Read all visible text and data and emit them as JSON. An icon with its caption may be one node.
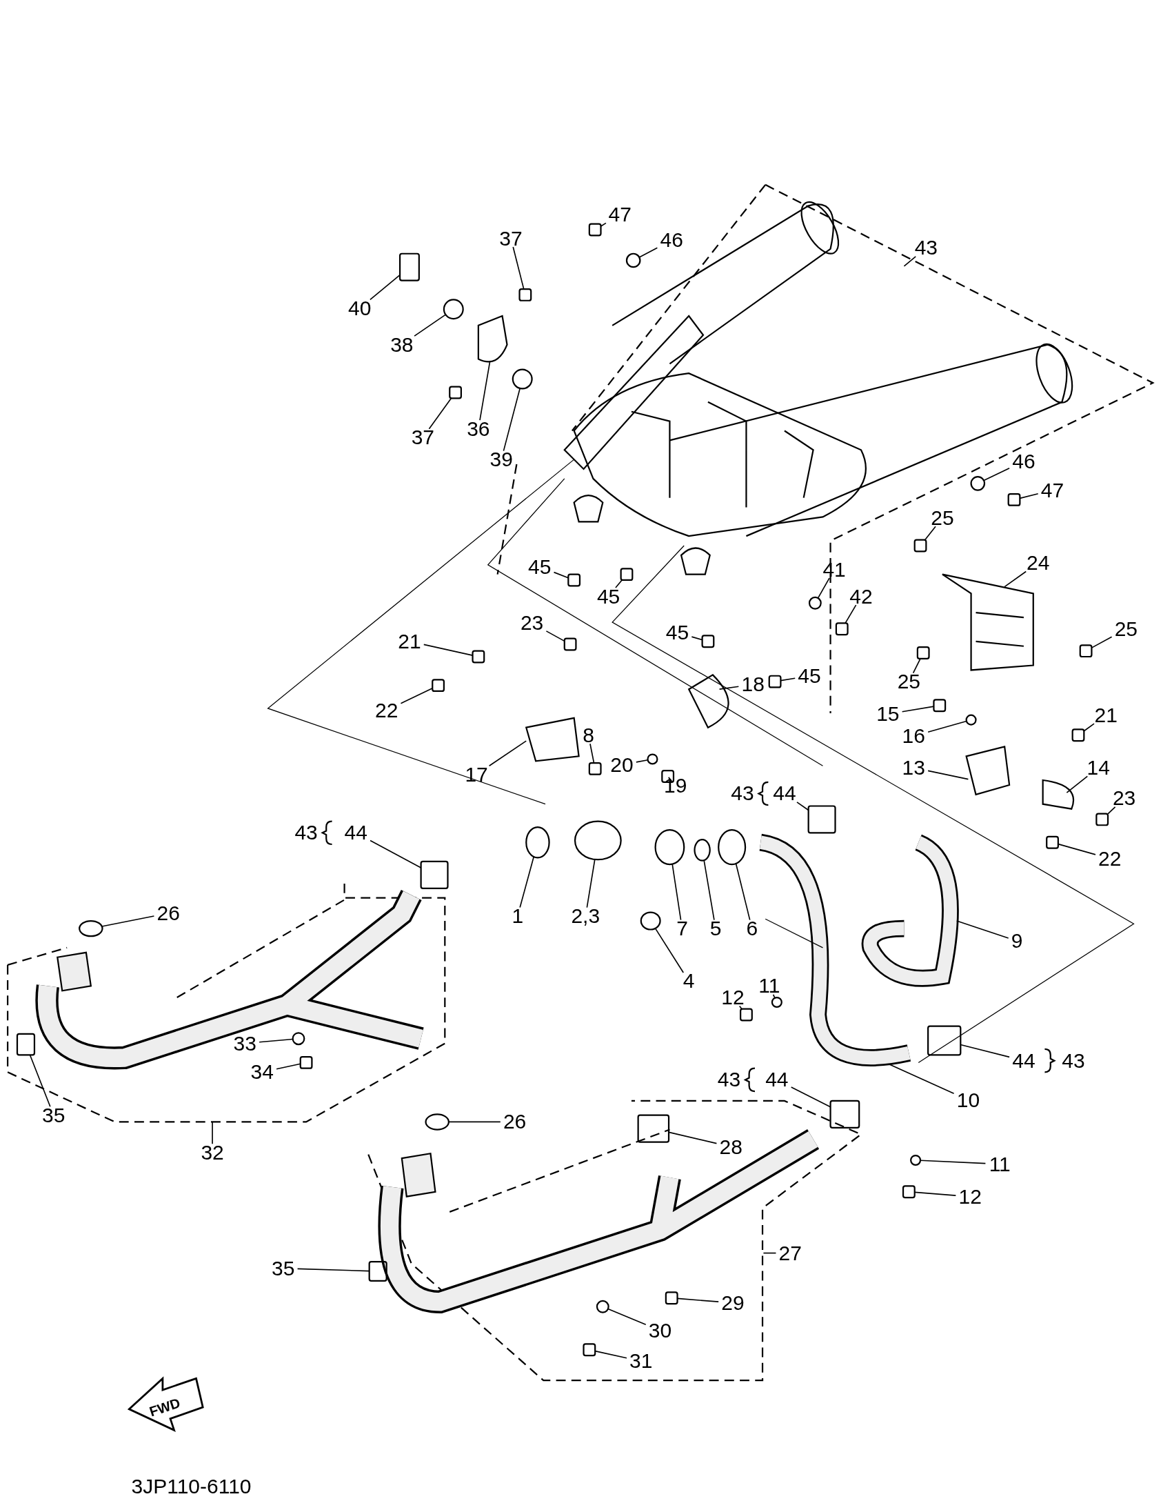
{
  "diagram": {
    "nodes": [
      {
        "text": [
          "47"
        ]
      },
      {
        "text": [
          "37"
        ]
      },
      {
        "text": [
          "46"
        ]
      },
      {
        "text": [
          "43"
        ]
      },
      {
        "text": [
          "40"
        ]
      },
      {
        "text": [
          "38"
        ]
      },
      {
        "text": [
          "37"
        ]
      },
      {
        "text": [
          "36"
        ]
      },
      {
        "text": [
          "39"
        ]
      },
      {
        "text": [
          "46"
        ]
      },
      {
        "text": [
          "47"
        ]
      },
      {
        "text": [
          "25"
        ]
      },
      {
        "text": [
          "24"
        ]
      },
      {
        "text": [
          "45"
        ]
      },
      {
        "text": [
          "45"
        ]
      },
      {
        "text": [
          "41"
        ]
      },
      {
        "text": [
          "42"
        ]
      },
      {
        "text": [
          "23"
        ]
      },
      {
        "text": [
          "21"
        ]
      },
      {
        "text": [
          "45"
        ]
      },
      {
        "text": [
          "25"
        ]
      },
      {
        "text": [
          "22"
        ]
      },
      {
        "text": [
          "25"
        ]
      },
      {
        "text": [
          "45"
        ]
      },
      {
        "text": [
          "18"
        ]
      },
      {
        "text": [
          "15"
        ]
      },
      {
        "text": [
          "16"
        ]
      },
      {
        "text": [
          "21"
        ]
      },
      {
        "text": [
          "8"
        ]
      },
      {
        "text": [
          "20"
        ]
      },
      {
        "text": [
          "17"
        ]
      },
      {
        "text": [
          "13"
        ]
      },
      {
        "text": [
          "14"
        ]
      },
      {
        "text": [
          "19"
        ]
      },
      {
        "text": [
          "44"
        ]
      },
      {
        "text": [
          "23"
        ]
      },
      {
        "text": [
          "44"
        ]
      },
      {
        "text": [
          "22"
        ]
      },
      {
        "text": [
          "26"
        ]
      },
      {
        "text": [
          "1"
        ]
      },
      {
        "text": [
          "2,3"
        ]
      },
      {
        "text": [
          "7"
        ]
      },
      {
        "text": [
          "5"
        ]
      },
      {
        "text": [
          "6"
        ]
      },
      {
        "text": [
          "9"
        ]
      },
      {
        "text": [
          "4"
        ]
      },
      {
        "text": [
          "12"
        ]
      },
      {
        "text": [
          "11"
        ]
      },
      {
        "text": [
          "33"
        ]
      },
      {
        "text": [
          "34"
        ]
      },
      {
        "text": [
          "44"
        ]
      },
      {
        "text": [
          "35"
        ]
      },
      {
        "text": [
          "10"
        ]
      },
      {
        "text": [
          "44"
        ]
      },
      {
        "text": [
          "26"
        ]
      },
      {
        "text": [
          "28"
        ]
      },
      {
        "text": [
          "32"
        ]
      },
      {
        "text": [
          "11"
        ]
      },
      {
        "text": [
          "12"
        ]
      },
      {
        "text": [
          "27"
        ]
      },
      {
        "text": [
          "35"
        ]
      },
      {
        "text": [
          "29"
        ]
      },
      {
        "text": [
          "30"
        ]
      },
      {
        "text": [
          "31"
        ]
      },
      {
        "text": [],
        "shape": "box"
      },
      {
        "text": [],
        "shape": "box"
      },
      {
        "text": [],
        "shape": "circle"
      },
      {
        "text": [],
        "shape": "box"
      },
      {
        "text": [],
        "shape": "circle"
      },
      {
        "text": [],
        "shape": "box"
      },
      {
        "text": [],
        "shape": "circle"
      },
      {
        "text": [],
        "shape": "circle"
      },
      {
        "text": [],
        "shape": "box"
      },
      {
        "text": [],
        "shape": "box"
      },
      {
        "text": [],
        "shape": "box"
      },
      {
        "text": [],
        "shape": "box"
      },
      {
        "text": [],
        "shape": "circle"
      },
      {
        "text": [],
        "shape": "box"
      },
      {
        "text": [],
        "shape": "box"
      },
      {
        "text": [],
        "shape": "box"
      },
      {
        "text": [],
        "shape": "box"
      },
      {
        "text": [],
        "shape": "box"
      },
      {
        "text": [],
        "shape": "box"
      },
      {
        "text": [],
        "shape": "box"
      },
      {
        "text": [],
        "shape": "box"
      },
      {
        "text": [],
        "shape": "box"
      },
      {
        "text": [],
        "shape": "circle"
      },
      {
        "text": [],
        "shape": "box"
      },
      {
        "text": [],
        "shape": "box"
      },
      {
        "text": [],
        "shape": "circle"
      },
      {
        "text": [],
        "shape": "box"
      },
      {
        "text": [],
        "shape": "box"
      },
      {
        "text": [],
        "shape": "box"
      },
      {
        "text": [],
        "shape": "box"
      },
      {
        "text": [],
        "shape": "box"
      },
      {
        "text": [],
        "shape": "circle"
      },
      {
        "text": [],
        "shape": "circle"
      },
      {
        "text": [],
        "shape": "circle"
      },
      {
        "text": [],
        "shape": "circle"
      },
      {
        "text": [],
        "shape": "circle"
      },
      {
        "text": [],
        "shape": "circle"
      },
      {
        "text": [],
        "shape": "circle"
      },
      {
        "text": [],
        "shape": "box"
      },
      {
        "text": [],
        "shape": "circle"
      },
      {
        "text": [],
        "shape": "circle"
      },
      {
        "text": [],
        "shape": "box"
      },
      {
        "text": [],
        "shape": "box"
      },
      {
        "text": [],
        "shape": "box"
      },
      {
        "text": [],
        "shape": "box"
      },
      {
        "text": [],
        "shape": "circle"
      },
      {
        "text": [],
        "shape": "box"
      },
      {
        "text": [],
        "shape": "circle"
      },
      {
        "text": [],
        "shape": "box"
      },
      {
        "text": [],
        "shape": "box"
      },
      {
        "text": [],
        "shape": "box"
      },
      {
        "text": [],
        "shape": "circle"
      },
      {
        "text": [],
        "shape": "box"
      }
    ],
    "edges": [
      {
        "from": 0,
        "to": 64,
        "arrow": "none"
      },
      {
        "from": 1,
        "to": 65,
        "arrow": "none"
      },
      {
        "from": 2,
        "to": 66,
        "arrow": "none"
      },
      {
        "from": 3,
        "to": null,
        "arrow": "none"
      },
      {
        "from": 4,
        "to": 67,
        "arrow": "none"
      },
      {
        "from": 5,
        "to": 68,
        "arrow": "none"
      },
      {
        "from": 6,
        "to": 69,
        "arrow": "none"
      },
      {
        "from": 7,
        "to": null,
        "arrow": "none"
      },
      {
        "from": 8,
        "to": 70,
        "arrow": "none"
      },
      {
        "from": 9,
        "to": 71,
        "arrow": "none"
      },
      {
        "from": 10,
        "to": 72,
        "arrow": "none"
      },
      {
        "from": 11,
        "to": 73,
        "arrow": "none"
      },
      {
        "from": 12,
        "to": null,
        "arrow": "none"
      },
      {
        "from": 13,
        "to": 74,
        "arrow": "none"
      },
      {
        "from": 14,
        "to": 75,
        "arrow": "none"
      },
      {
        "from": 15,
        "to": 76,
        "arrow": "none"
      },
      {
        "from": 16,
        "to": 77,
        "arrow": "none"
      },
      {
        "from": 17,
        "to": 78,
        "arrow": "none"
      },
      {
        "from": 18,
        "to": 79,
        "arrow": "none"
      },
      {
        "from": 19,
        "to": 80,
        "arrow": "none"
      },
      {
        "from": 20,
        "to": 81,
        "arrow": "none"
      },
      {
        "from": 21,
        "to": 82,
        "arrow": "none"
      },
      {
        "from": 22,
        "to": 83,
        "arrow": "none"
      },
      {
        "from": 23,
        "to": 84,
        "arrow": "none"
      },
      {
        "from": 24,
        "to": null,
        "arrow": "none"
      },
      {
        "from": 25,
        "to": 85,
        "arrow": "none"
      },
      {
        "from": 26,
        "to": 86,
        "arrow": "none"
      },
      {
        "from": 27,
        "to": 87,
        "arrow": "none"
      },
      {
        "from": 28,
        "to": 88,
        "arrow": "none"
      },
      {
        "from": 29,
        "to": 89,
        "arrow": "none"
      },
      {
        "from": 30,
        "to": null,
        "arrow": "none"
      },
      {
        "from": 31,
        "to": null,
        "arrow": "none"
      },
      {
        "from": 32,
        "to": null,
        "arrow": "none"
      },
      {
        "from": 33,
        "to": 90,
        "arrow": "none"
      },
      {
        "from": 34,
        "to": 91,
        "arrow": "none"
      },
      {
        "from": 35,
        "to": 92,
        "arrow": "none"
      },
      {
        "from": 36,
        "to": 93,
        "arrow": "none"
      },
      {
        "from": 37,
        "to": 94,
        "arrow": "none"
      },
      {
        "from": 38,
        "to": 95,
        "arrow": "none"
      },
      {
        "from": 39,
        "to": 96,
        "arrow": "none"
      },
      {
        "from": 40,
        "to": 97,
        "arrow": "none"
      },
      {
        "from": 41,
        "to": 98,
        "arrow": "none"
      },
      {
        "from": 42,
        "to": 99,
        "arrow": "none"
      },
      {
        "from": 43,
        "to": 100,
        "arrow": "none"
      },
      {
        "from": 44,
        "to": null,
        "arrow": "none"
      },
      {
        "from": 45,
        "to": 101,
        "arrow": "none"
      },
      {
        "from": 46,
        "to": 102,
        "arrow": "none"
      },
      {
        "from": 47,
        "to": 103,
        "arrow": "none"
      },
      {
        "from": 48,
        "to": 104,
        "arrow": "none"
      },
      {
        "from": 49,
        "to": 105,
        "arrow": "none"
      },
      {
        "from": 50,
        "to": 106,
        "arrow": "none"
      },
      {
        "from": 51,
        "to": 107,
        "arrow": "none"
      },
      {
        "from": 52,
        "to": null,
        "arrow": "none"
      },
      {
        "from": 53,
        "to": 108,
        "arrow": "none"
      },
      {
        "from": 54,
        "to": 109,
        "arrow": "none"
      },
      {
        "from": 55,
        "to": 110,
        "arrow": "none"
      },
      {
        "from": 56,
        "to": null,
        "arrow": "none"
      },
      {
        "from": 57,
        "to": 111,
        "arrow": "none"
      },
      {
        "from": 58,
        "to": 112,
        "arrow": "none"
      },
      {
        "from": 59,
        "to": null,
        "arrow": "none"
      },
      {
        "from": 60,
        "to": 113,
        "arrow": "none"
      },
      {
        "from": 61,
        "to": 114,
        "arrow": "none"
      },
      {
        "from": 62,
        "to": 115,
        "arrow": "none"
      },
      {
        "from": 63,
        "to": 116,
        "arrow": "none"
      }
    ],
    "labels": [
      "43",
      "43",
      "43",
      "43",
      "FWD",
      "3JP110-6110"
    ]
  }
}
